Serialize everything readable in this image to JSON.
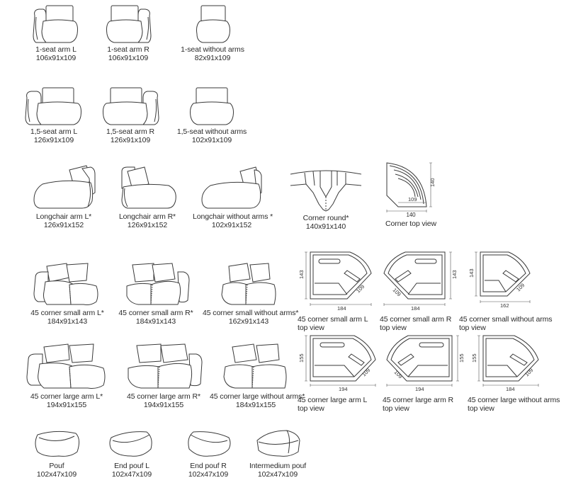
{
  "modules": {
    "seat1_arm_l": {
      "name": "1-seat arm L",
      "size": "106x91x109"
    },
    "seat1_arm_r": {
      "name": "1-seat arm R",
      "size": "106x91x109"
    },
    "seat1_no_arms": {
      "name": "1-seat without arms",
      "size": "82x91x109"
    },
    "seat15_arm_l": {
      "name": "1,5-seat arm L",
      "size": "126x91x109"
    },
    "seat15_arm_r": {
      "name": "1,5-seat arm R",
      "size": "126x91x109"
    },
    "seat15_no_arms": {
      "name": "1,5-seat without arms",
      "size": "102x91x109"
    },
    "longchair_l": {
      "name": "Longchair arm L*",
      "size": "126x91x152"
    },
    "longchair_r": {
      "name": "Longchair arm R*",
      "size": "126x91x152"
    },
    "longchair_none": {
      "name": "Longchair without arms *",
      "size": "102x91x152"
    },
    "corner_round": {
      "name": "Corner round*",
      "size": "140x91x140"
    },
    "corner_top": {
      "name": "Corner top view",
      "dim_w": "140",
      "dim_h": "140",
      "dim_inner": "109"
    },
    "c45s_l": {
      "name": "45 corner small arm L*",
      "size": "184x91x143"
    },
    "c45s_r": {
      "name": "45 corner small arm R*",
      "size": "184x91x143"
    },
    "c45s_none": {
      "name": "45 corner small without  arms*",
      "size": "162x91x143"
    },
    "c45s_l_top": {
      "name": "45 corner small arm L",
      "sub": "top view",
      "w": "184",
      "h": "143",
      "d": "109"
    },
    "c45s_r_top": {
      "name": "45 corner small arm R",
      "sub": "top view",
      "w": "184",
      "h": "143",
      "d": "109"
    },
    "c45s_none_top": {
      "name": "45 corner small without arms",
      "sub": "top view",
      "w": "162",
      "h": "143",
      "d": "109"
    },
    "c45l_l": {
      "name": "45 corner large arm L*",
      "size": "194x91x155"
    },
    "c45l_r": {
      "name": "45 corner large arm R*",
      "size": "194x91x155"
    },
    "c45l_none": {
      "name": "45 corner large without arms*",
      "size": "184x91x155"
    },
    "c45l_l_top": {
      "name": "45 corner large arm L",
      "sub": "top view",
      "w": "194",
      "h": "155",
      "d": "109"
    },
    "c45l_r_top": {
      "name": "45 corner large arm R",
      "sub": "top view",
      "w": "194",
      "h": "155",
      "d": "109"
    },
    "c45l_none_top": {
      "name": "45 corner large without arms",
      "sub": "top view",
      "w": "184",
      "h": "155",
      "d": "109"
    },
    "pouf": {
      "name": "Pouf",
      "size": "102x47x109"
    },
    "end_pouf_l": {
      "name": "End pouf L",
      "size": "102x47x109"
    },
    "end_pouf_r": {
      "name": "End pouf R",
      "size": "102x47x109"
    },
    "inter_pouf": {
      "name": "Intermedium pouf",
      "size": "102x47x109"
    }
  }
}
